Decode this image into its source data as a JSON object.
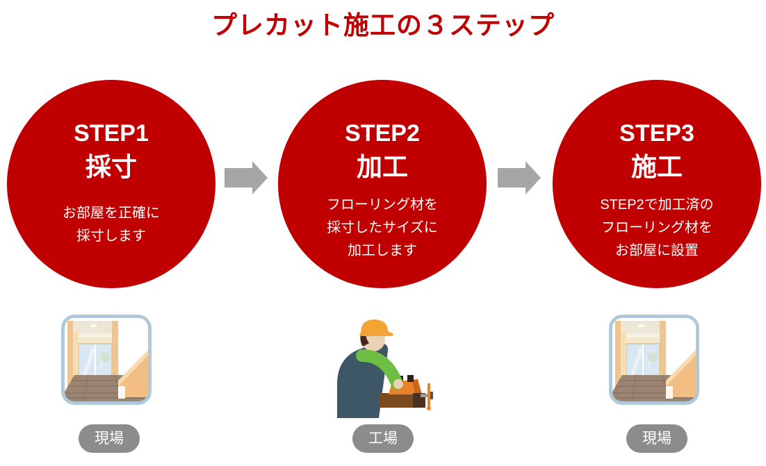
{
  "title": "プレカット施工の３ステップ",
  "colors": {
    "circle_red": "#C00000",
    "title_red": "#C00000",
    "arrow_gray": "#A6A6A6",
    "pill_gray": "#8C8C8C",
    "circle_text": "#FFFFFF"
  },
  "icons": {
    "between_steps": "arrow-right-icon",
    "step1": "room-interior-icon",
    "step2": "worker-with-vise-icon",
    "step3": "room-interior-icon"
  },
  "steps": [
    {
      "label": "STEP1",
      "name": "採寸",
      "desc": [
        "お部屋を正確に",
        "採寸します"
      ],
      "location": "現場"
    },
    {
      "label": "STEP2",
      "name": "加工",
      "desc": [
        "フローリング材を",
        "採寸したサイズに",
        "加工します"
      ],
      "location": "工場"
    },
    {
      "label": "STEP3",
      "name": "施工",
      "desc": [
        "STEP2で加工済の",
        "フローリング材を",
        "お部屋に設置"
      ],
      "location": "現場"
    }
  ]
}
